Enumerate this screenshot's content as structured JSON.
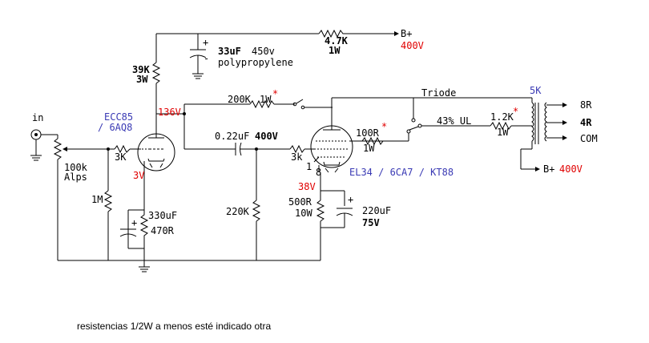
{
  "supply": {
    "bplus_top_label": "B+",
    "bplus_top_volt": "400V",
    "bplus_bottom_label": "B+",
    "bplus_bottom_volt": "400V"
  },
  "components": {
    "r_47k": {
      "value": "4.7K",
      "power": "1W"
    },
    "c_33u": {
      "value": "33uF",
      "voltage": "450v",
      "type": "polypropylene"
    },
    "r_39k": {
      "value": "39K",
      "power": "3W"
    },
    "r_200k": {
      "value": "200K",
      "power": "1W",
      "mark": "*"
    },
    "in_label": "in",
    "pot": {
      "value": "100k",
      "brand": "Alps"
    },
    "tube1": {
      "name": "ECC85",
      "alt": "/ 6AQ8",
      "plate_v": "136V",
      "cathode_v": "3V"
    },
    "r_grid1": "3K",
    "r_1m": "1M",
    "c_330u": "330uF",
    "r_470": "470R",
    "c_022": {
      "value": "0.22uF",
      "voltage": "400V"
    },
    "r_220k": "220K",
    "r_grid2": "3k",
    "tube2": {
      "name": "EL34 / 6CA7 / KT88",
      "cathode_v": "38V",
      "pin1": "1",
      "pin8": "8"
    },
    "r_100": {
      "value": "100R",
      "power": "1W",
      "mark": "*"
    },
    "r_500": {
      "value": "500R",
      "power": "10W"
    },
    "c_220u": {
      "value": "220uF",
      "voltage": "75V"
    },
    "switch": {
      "triode": "Triode",
      "ul": "43% UL"
    },
    "r_12k": {
      "value": "1.2K",
      "power": "1W",
      "mark": "*"
    },
    "transformer": {
      "impedance": "5K",
      "tap_8": "8R",
      "tap_4": "4R",
      "tap_com": "COM"
    }
  },
  "note": "resistencias 1/2W a menos esté indicado otra"
}
